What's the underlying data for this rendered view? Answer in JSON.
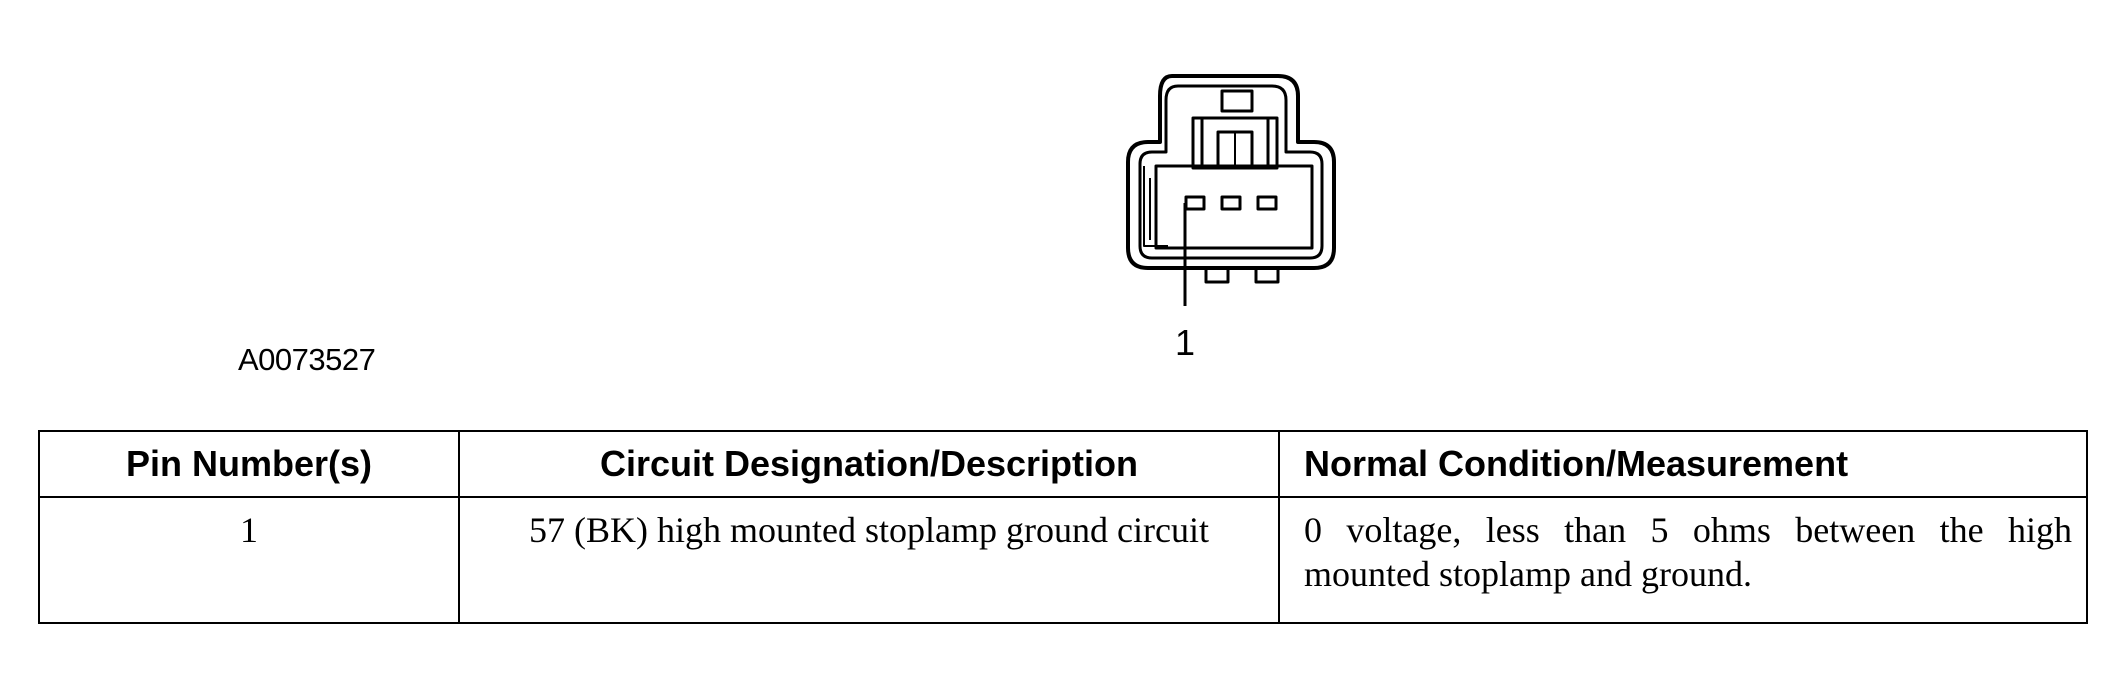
{
  "figure": {
    "id": "A0073527",
    "pin_callout": "1"
  },
  "table": {
    "headers": [
      "Pin Number(s)",
      "Circuit Designation/Description",
      "Normal Condition/Measurement"
    ],
    "rows": [
      [
        "1",
        "57 (BK) high mounted stoplamp ground circuit",
        "0 voltage, less than 5 ohms between the high mounted stoplamp and ground."
      ]
    ]
  }
}
